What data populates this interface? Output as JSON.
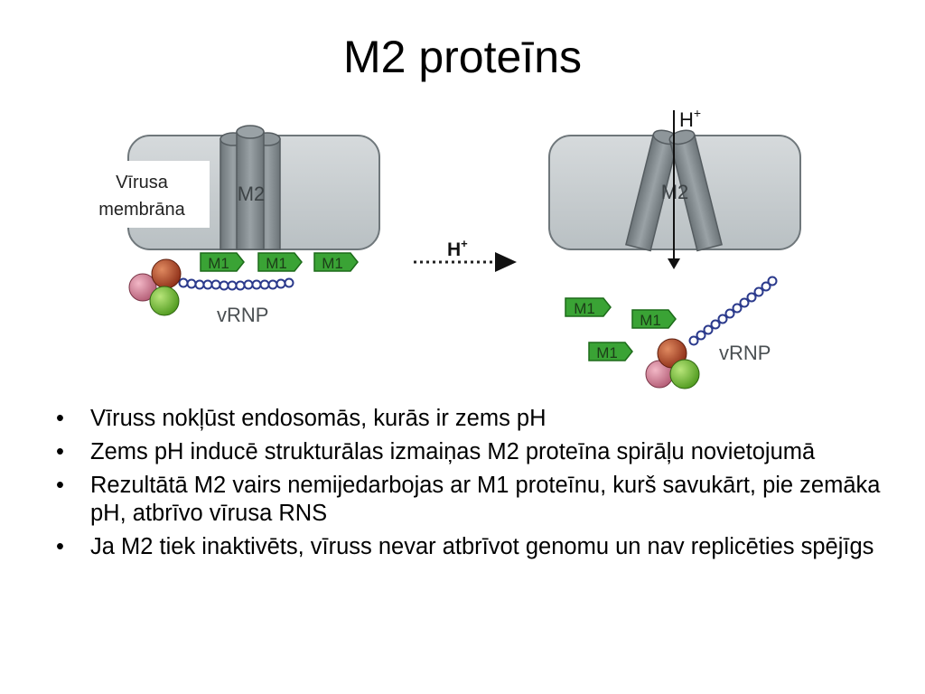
{
  "slide": {
    "title": "M2 proteīns"
  },
  "diagram": {
    "membrane_label_line1": "Vīrusa",
    "membrane_label_line2": "membrāna",
    "m2_label": "M2",
    "m1_label": "M1",
    "vrnp_label": "vRNP",
    "proton_label": "H",
    "proton_charge": "+",
    "colors": {
      "membrane": "#c3c9cc",
      "cylinder": "#7d8589",
      "m1": "#3aa335",
      "sphere_red": "#b34a2a",
      "sphere_pink": "#d8839a",
      "sphere_green": "#7dc23c",
      "rna_chain": "#2b3a8c"
    }
  },
  "bullets": [
    "Vīruss nokļūst endosomās, kurās ir zems pH",
    "Zems pH inducē strukturālas izmaiņas M2 proteīna spirāļu novietojumā",
    "Rezultātā M2 vairs nemijedarbojas ar M1 proteīnu, kurš savukārt, pie zemāka pH,  atbrīvo vīrusa RNS",
    "Ja M2 tiek inaktivēts, vīruss nevar atbrīvot genomu un nav replicēties spējīgs"
  ]
}
